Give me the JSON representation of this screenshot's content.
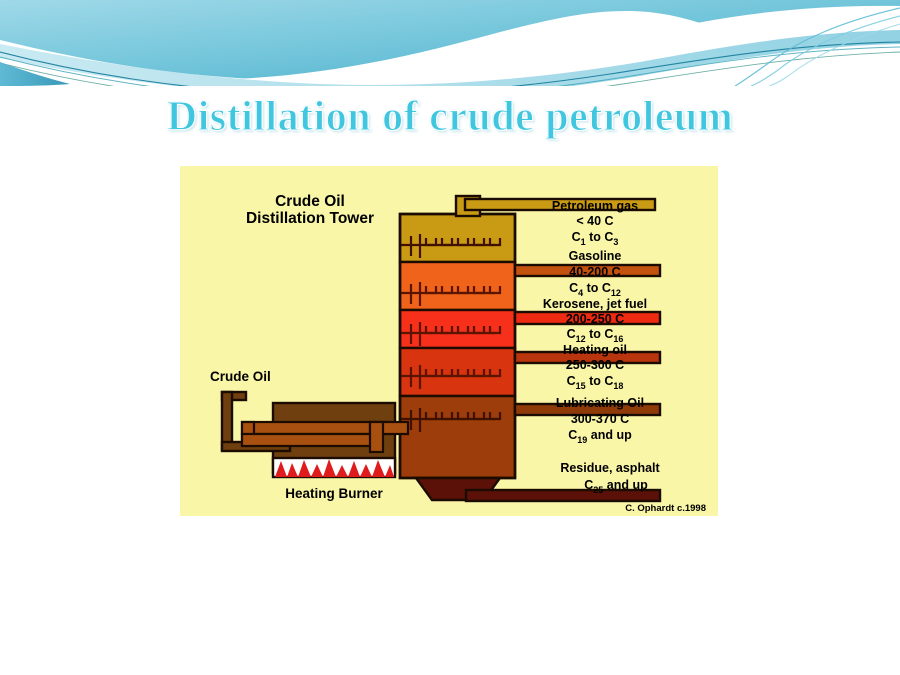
{
  "slide": {
    "title": "Distillation of crude petroleum",
    "title_color": "#41c6e0",
    "background": "#ffffff",
    "header_theme": "flow-wave-teal"
  },
  "figure": {
    "background": "#f9f6a8",
    "heading_line1": "Crude Oil",
    "heading_line2": "Distillation Tower",
    "inlet_label": "Crude Oil",
    "burner_label": "Heating Burner",
    "credit": "C. Ophardt c.1998",
    "fractions": [
      {
        "name": "Petroleum gas",
        "temperature": "< 40 C",
        "carbon_pre": "C",
        "carbon_sub1": "1",
        "carbon_mid": " to C",
        "carbon_sub2": "3",
        "color": "#c99a13"
      },
      {
        "name": "Gasoline",
        "temperature": "40-200 C",
        "carbon_pre": "C",
        "carbon_sub1": "4",
        "carbon_mid": " to C",
        "carbon_sub2": "12",
        "color": "#f0631a"
      },
      {
        "name": "Kerosene, jet fuel",
        "temperature": "200-250 C",
        "carbon_pre": "C",
        "carbon_sub1": "12",
        "carbon_mid": " to C",
        "carbon_sub2": "16",
        "color": "#f6301a"
      },
      {
        "name": "Heating oil",
        "temperature": "250-300 C",
        "carbon_pre": "C",
        "carbon_sub1": "15",
        "carbon_mid": " to C",
        "carbon_sub2": "18",
        "color": "#d8340f"
      },
      {
        "name": "Lubricating Oil",
        "temperature": "300-370 C",
        "carbon_pre": "C",
        "carbon_sub1": "19",
        "carbon_mid": " and up",
        "carbon_sub2": "",
        "color": "#9c3d0b"
      },
      {
        "name": "Residue, asphalt",
        "temperature": "",
        "carbon_pre": "C",
        "carbon_sub1": "25",
        "carbon_mid": " and up",
        "carbon_sub2": "",
        "color": "#5b1108"
      }
    ],
    "tower_bands": [
      {
        "label": "petroleum-gas-band",
        "color": "#c99a13"
      },
      {
        "label": "gasoline-band",
        "color": "#f0631a"
      },
      {
        "label": "kerosene-band",
        "color": "#f6301a"
      },
      {
        "label": "heating-oil-band",
        "color": "#d8340f"
      },
      {
        "label": "lubricating-oil-band",
        "color": "#9c3d0b"
      }
    ],
    "furnace": {
      "box_color": "#703f10",
      "coil_color": "#a8500f",
      "flame_color": "#e01b1b",
      "flame_base": "#ffffff"
    },
    "outline_color": "#1b0b00"
  }
}
